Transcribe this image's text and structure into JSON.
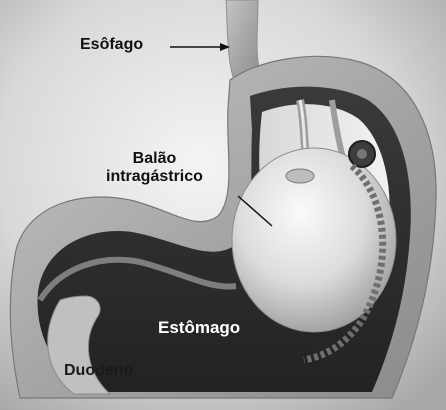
{
  "labels": {
    "esofago": "Esôfago",
    "balao_line1": "Balão",
    "balao_line2": "intragástrico",
    "estomago": "Estômago",
    "duodeno": "Duodeno"
  },
  "colors": {
    "background": "#ffffff",
    "stomach_wall": "#a9a9a9",
    "stomach_interior": "#2e2e2e",
    "balloon": "#e6e6e6",
    "label_dark": "#111111",
    "label_light": "#ffffff"
  }
}
